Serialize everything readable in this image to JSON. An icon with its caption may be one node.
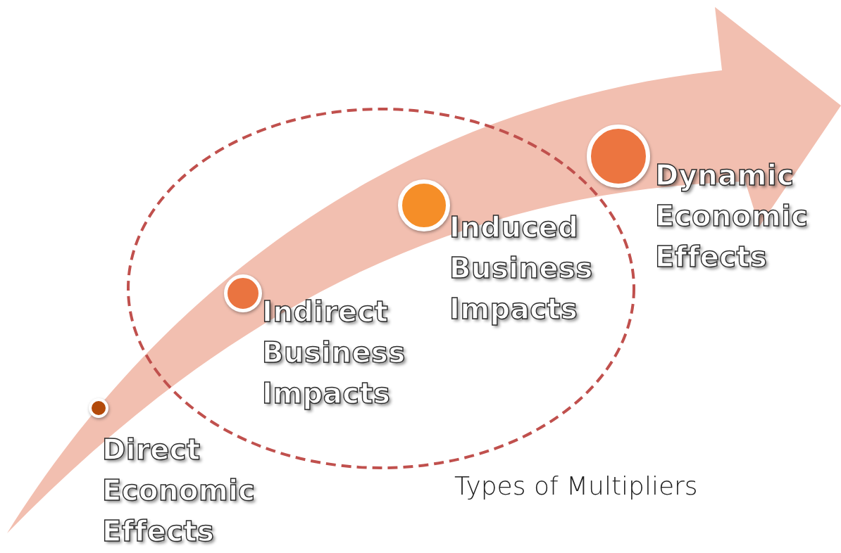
{
  "diagram": {
    "nodes": [
      {
        "text": [
          "Direct Economic Effects"
        ]
      },
      {
        "text": [],
        "shape": "circle",
        "beside": [
          "Types of Multipliers"
        ]
      },
      {
        "text": [
          "Indirect Business Impacts"
        ],
        "in": 1
      },
      {
        "text": [
          "Induced Business Impacts"
        ],
        "in": 1
      },
      {
        "text": [
          "Dynamic Economic Effects"
        ]
      }
    ],
    "edges": []
  }
}
